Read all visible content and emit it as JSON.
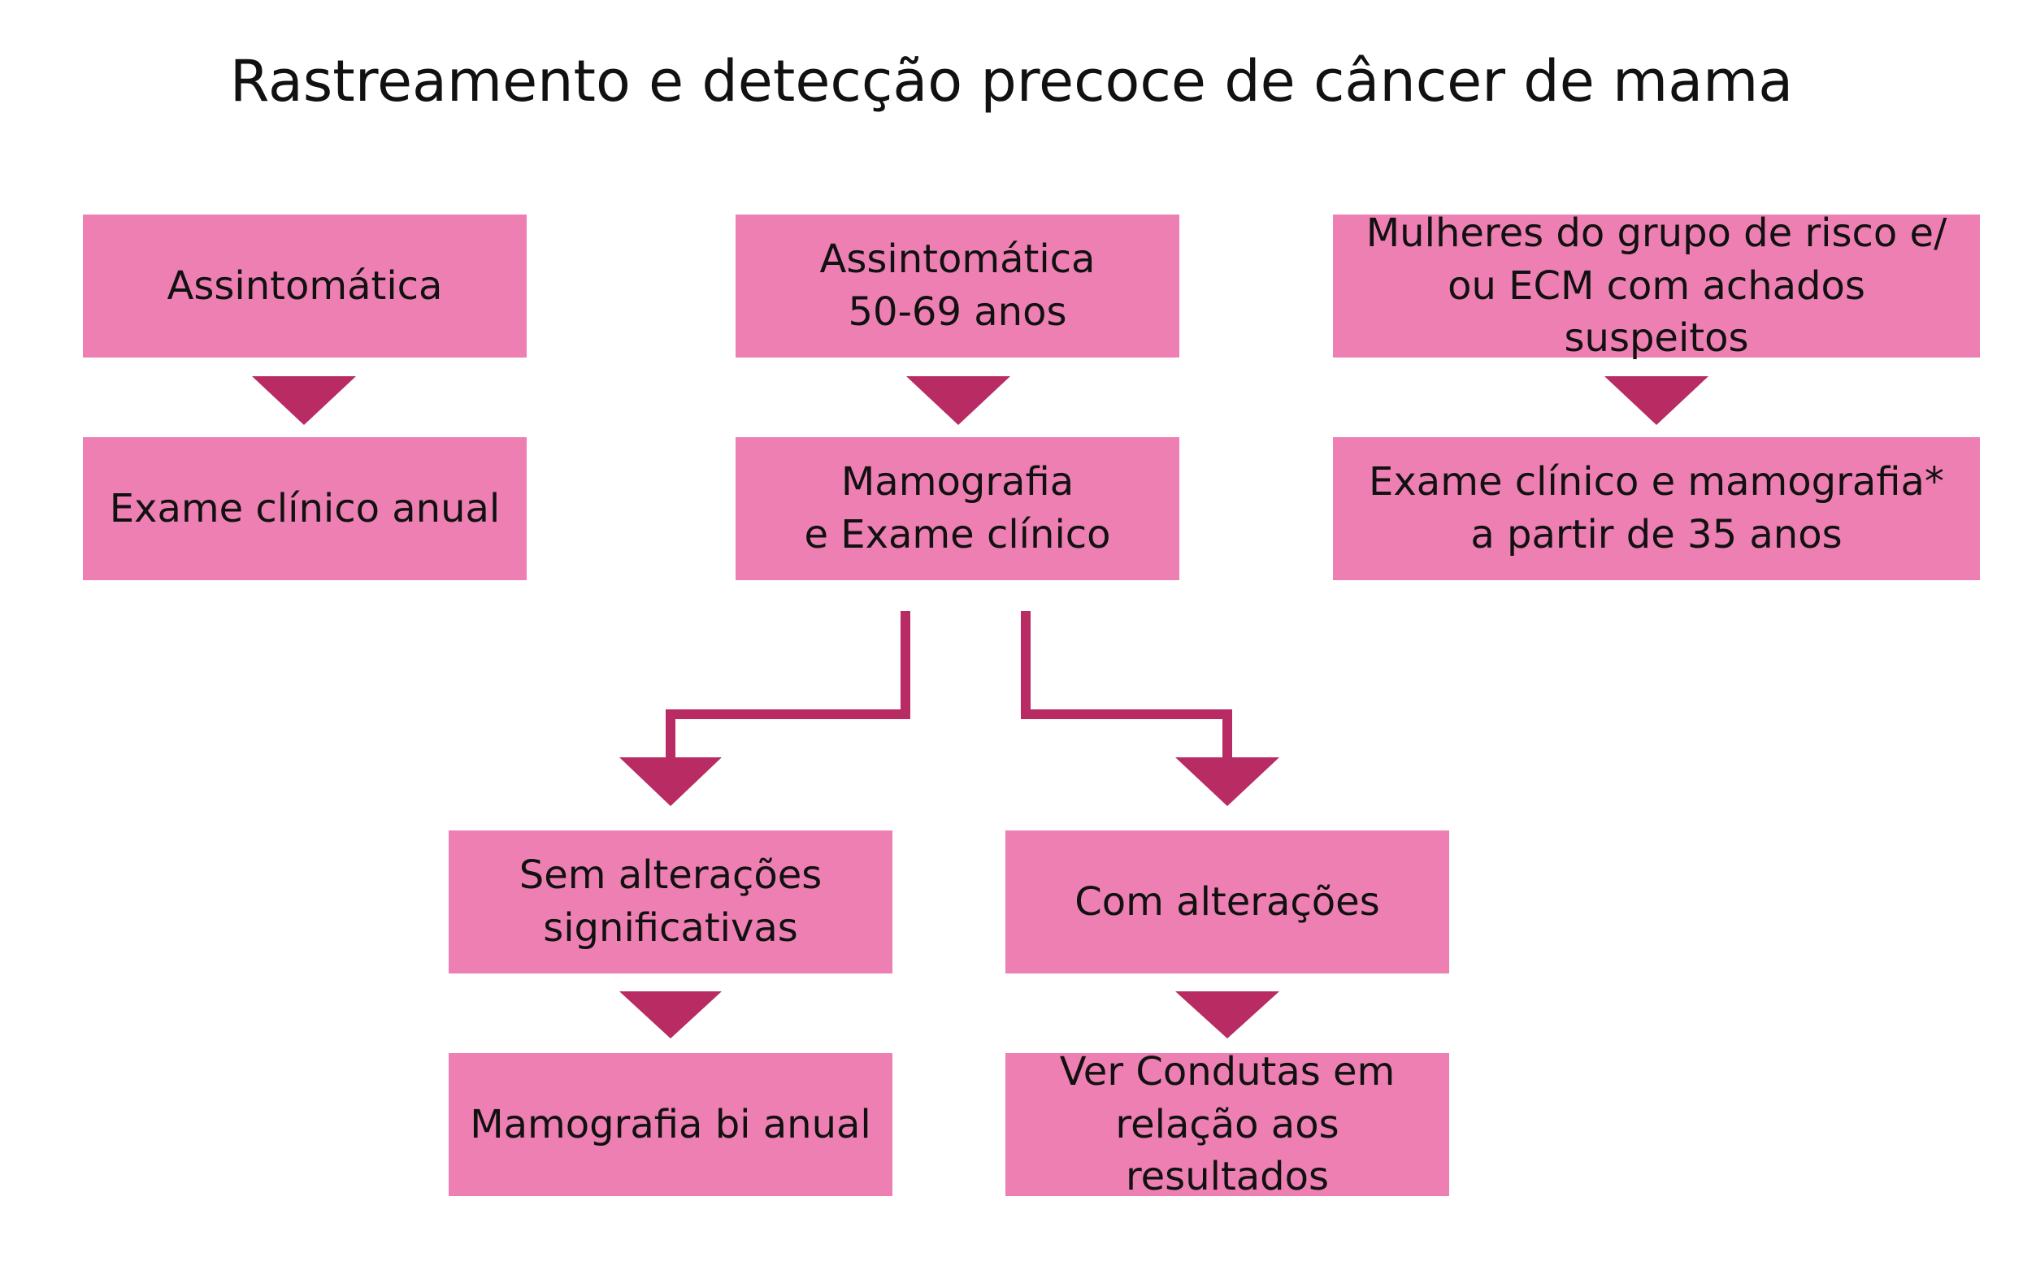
{
  "diagram": {
    "title": "Rastreamento e detecção precoce de câncer de mama",
    "colors": {
      "box_fill": "#ee7fb3",
      "arrow": "#b82b63",
      "text": "#111111"
    },
    "nodes": {
      "n1": "Assintomática",
      "n2": "Exame clínico anual",
      "n3": "Assintomática\n50-69 anos",
      "n4": "Mamografia\ne Exame clínico",
      "n5": "Mulheres do grupo de risco e/\nou ECM com achados suspeitos",
      "n6": "Exame clínico e mamografia*\na partir de 35 anos",
      "n7": "Sem alterações\nsignificativas",
      "n8": "Com alterações",
      "n9": "Mamografia  bi anual",
      "n10": "Ver Condutas em\nrelação aos resultados"
    },
    "edges": [
      {
        "from": "n1",
        "to": "n2"
      },
      {
        "from": "n3",
        "to": "n4"
      },
      {
        "from": "n5",
        "to": "n6"
      },
      {
        "from": "n4",
        "to": "n7"
      },
      {
        "from": "n4",
        "to": "n8"
      },
      {
        "from": "n7",
        "to": "n9"
      },
      {
        "from": "n8",
        "to": "n10"
      }
    ]
  }
}
